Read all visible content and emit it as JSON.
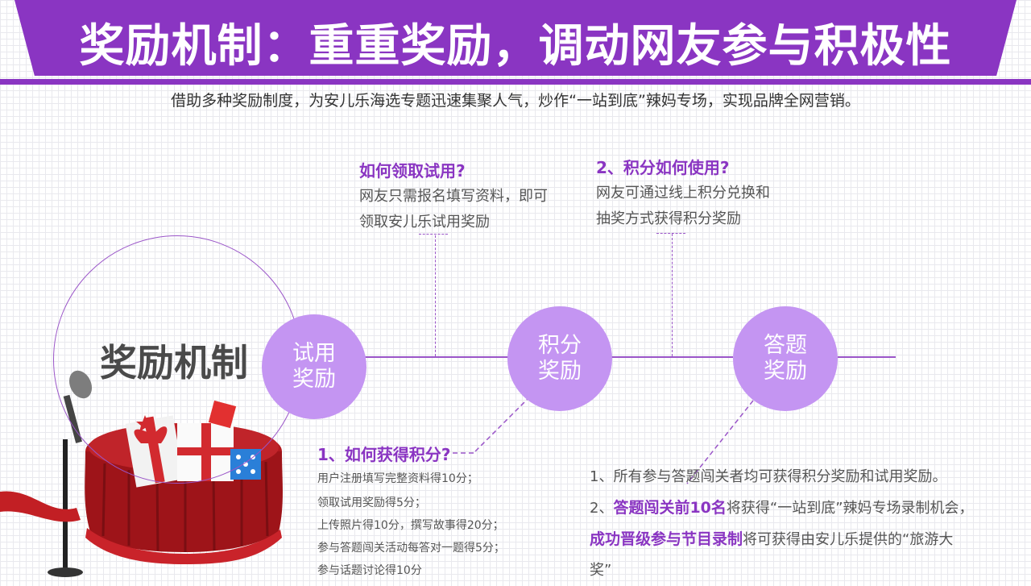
{
  "header": {
    "title": "奖励机制：重重奖励，调动网友参与积极性",
    "subtitle": "借助多种奖励制度，为安儿乐海选专题迅速集聚人气，炒作“一站到底”辣妈专场，实现品牌全网营销。"
  },
  "center_label": "奖励机制",
  "nodes": [
    {
      "label": "试用奖励"
    },
    {
      "label": "积分奖励"
    },
    {
      "label": "答题奖励"
    }
  ],
  "trial": {
    "heading": "如何领取试用?",
    "lines": [
      "网友只需报名填写资料，即可",
      "领取安儿乐试用奖励"
    ]
  },
  "points_use": {
    "heading": "2、积分如何使用?",
    "lines": [
      "网友可通过线上积分兑换和",
      "抽奖方式获得积分奖励"
    ]
  },
  "points_get": {
    "heading": "1、如何获得积分?",
    "items": [
      "用户注册填写完整资料得10分；",
      "领取试用奖励得5分；",
      "上传照片得10分，撰写故事得20分；",
      "参与答题闯关活动每答对一题得5分；",
      "参与话题讨论得10分"
    ]
  },
  "quiz": {
    "line1": "1、所有参与答题闯关者均可获得积分奖励和试用奖励。",
    "line2_prefix": "2、",
    "line2_highlight": "答题闯关前10名",
    "line2_rest": "将获得“一站到底”辣妈专场录制机会，",
    "line3_highlight": "成功晋级参与节目录制",
    "line3_rest": "将可获得由安儿乐提供的“旅游大",
    "line4": "奖”"
  },
  "colors": {
    "accent": "#8a35c2",
    "node": "#c495f2"
  },
  "illustration": {
    "icon": "gift-table-microphone-icon"
  }
}
